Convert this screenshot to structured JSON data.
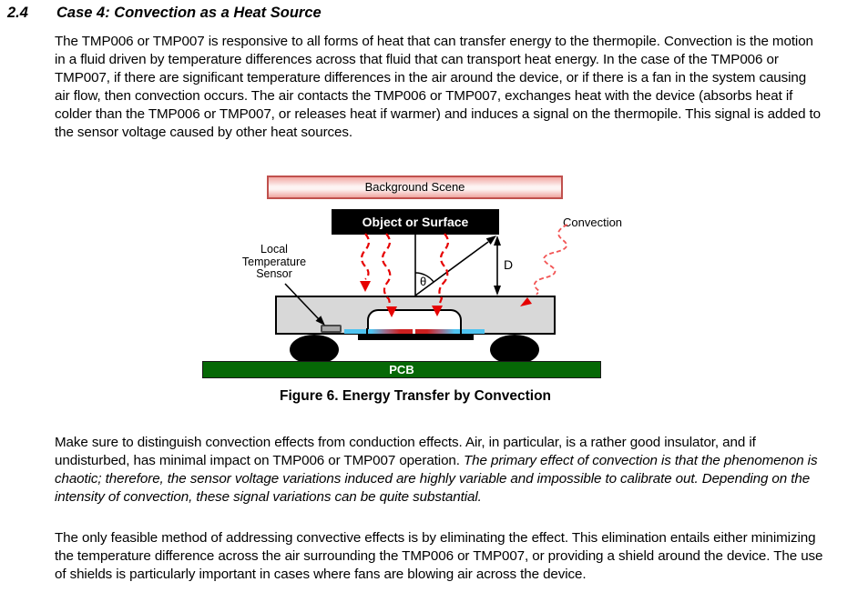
{
  "heading": {
    "number": "2.4",
    "title": "Case 4: Convection as a Heat Source"
  },
  "paragraphs": {
    "p1": "The TMP006 or TMP007 is responsive to all forms of heat that can transfer energy to the thermopile. Convection is the motion in a fluid driven by temperature differences across that fluid that can transport heat energy. In the case of the TMP006 or TMP007, if there are significant temperature differences in the air around the device, or if there is a fan in the system causing air flow, then convection occurs. The air contacts the TMP006 or TMP007, exchanges heat with the device (absorbs heat if colder than the TMP006 or TMP007, or releases heat if warmer) and induces a signal on the thermopile. This signal is added to the sensor voltage caused by other heat sources.",
    "p2_normal": "Make sure to distinguish convection effects from conduction effects. Air, in particular, is a rather good insulator, and if undisturbed, has minimal impact on TMP006 or TMP007 operation. ",
    "p2_italic": "The primary effect of convection is that the phenomenon is chaotic; therefore, the sensor voltage variations induced are highly variable and impossible to calibrate out. Depending on the intensity of convection, these signal variations can be quite substantial.",
    "p3": "The only feasible method of addressing convective effects is by eliminating the effect. This elimination entails either minimizing the temperature difference across the air surrounding the TMP006 or TMP007, or providing a shield around the device. The use of shields is particularly important in cases where fans are blowing air across the device."
  },
  "figure": {
    "background_scene_label": "Background Scene",
    "object_label": "Object or Surface",
    "convection_label": "Convection",
    "local_sensor_label_lines": [
      "Local",
      "Temperature",
      "Sensor"
    ],
    "distance_label": "D",
    "angle_label": "θ",
    "pcb_label": "PCB",
    "caption": "Figure 6. Energy Transfer by Convection",
    "colors": {
      "scene_border": "#c0504d",
      "scene_fill_edge": "#f2a9a4",
      "scene_fill_mid": "#fdf4f3",
      "object_fill": "#000000",
      "object_text": "#ffffff",
      "package_fill": "#d8d8d8",
      "pcb_fill": "#066806",
      "pcb_text": "#ffffff",
      "radiation_arrow_red": "#e60000",
      "convection_wave_red": "#f25555",
      "membrane_cold_blue": "#4fc3f0",
      "membrane_hot_red": "#cc1f1f",
      "sensor_chip_fill": "#a8a8a8",
      "line_black": "#000000"
    }
  }
}
